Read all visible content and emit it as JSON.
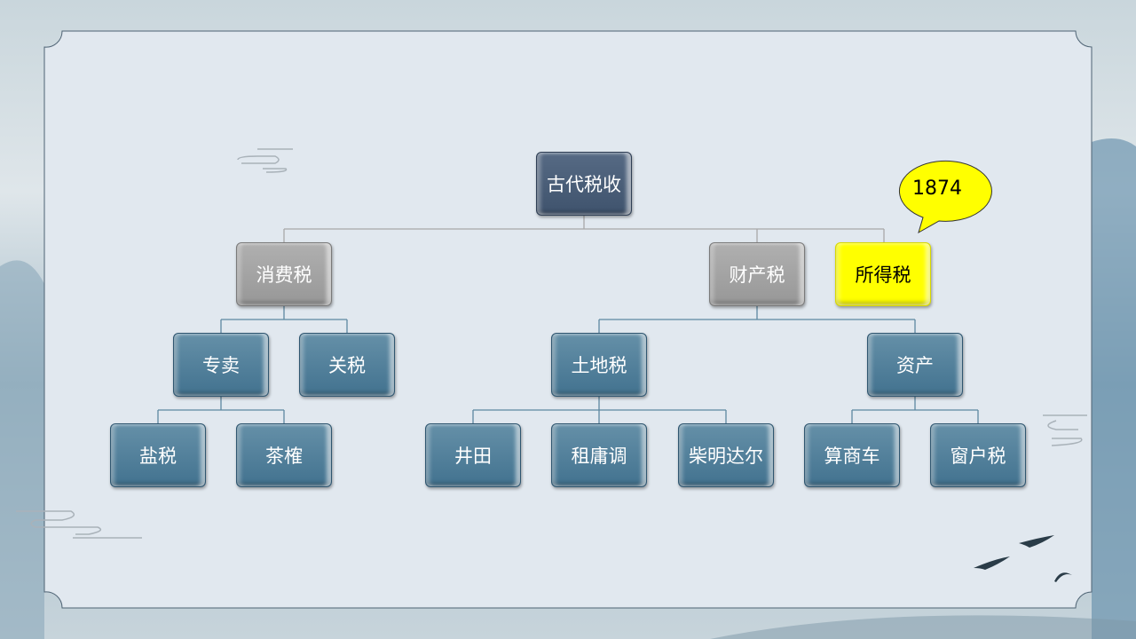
{
  "diagram": {
    "root": "古代税收",
    "level1": [
      "消费税",
      "财产税",
      "所得税"
    ],
    "level2": [
      "专卖",
      "关税",
      "土地税",
      "资产"
    ],
    "level3": [
      "盐税",
      "茶榷",
      "井田",
      "租庸调",
      "柴明达尔",
      "算商车",
      "窗户税"
    ],
    "callout": "1874"
  },
  "colors": {
    "root": "#475a73",
    "grey": "#a3a3a3",
    "highlight": "#ffff00",
    "leaf": "#4d7c98"
  }
}
